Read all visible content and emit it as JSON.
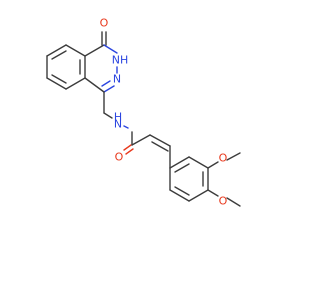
{
  "molecule": {
    "atoms": {
      "carbonyl_o_top": {
        "text": "O",
        "color": "#e8381c"
      },
      "nh_ring": {
        "text": "NH",
        "color": "#2b45e0"
      },
      "n_ring": {
        "text": "N",
        "color": "#2b45e0"
      },
      "amide_nh": {
        "text": "H",
        "color": "#2b45e0"
      },
      "amide_n": {
        "text": "N",
        "color": "#2b45e0"
      },
      "amide_o": {
        "text": "O",
        "color": "#e8381c"
      },
      "methoxy_o1": {
        "text": "O",
        "color": "#e8381c"
      },
      "methoxy_o2": {
        "text": "O",
        "color": "#e8381c"
      }
    },
    "colors": {
      "bond": "#3c3c3c",
      "oxygen": "#e8381c",
      "nitrogen": "#2b45e0"
    }
  }
}
